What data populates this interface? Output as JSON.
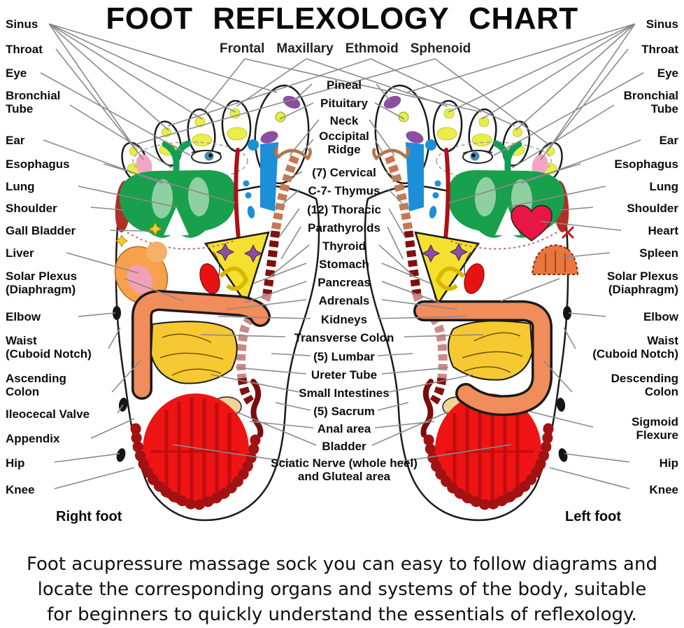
{
  "title": "FOOT REFLEXOLOGY CHART",
  "subtitle_words": [
    "Frontal",
    "Maxillary",
    "Ethmoid",
    "Sphenoid"
  ],
  "labels": {
    "left": [
      "Sinus",
      "Throat",
      "Eye",
      "Bronchial\nTube",
      "Ear",
      "Esophagus",
      "Lung",
      "Shoulder",
      "Gall Bladder",
      "Liver",
      "Solar Plexus\n(Diaphragm)",
      "Elbow",
      "Waist\n(Cuboid Notch)",
      "Ascending\nColon",
      "Ileocecal Valve",
      "Appendix",
      "Hip",
      "Knee"
    ],
    "center": [
      "Pineal",
      "Pituitary",
      "Neck",
      "Occipital\nRidge",
      "(7) Cervical",
      "C-7- Thymus",
      "(12) Thoracic",
      "Parathyroids",
      "Thyroid",
      "Stomach",
      "Pancreas",
      "Adrenals",
      "Kidneys",
      "Transverse Colon",
      "(5) Lumbar",
      "Ureter Tube",
      "Small Intestines",
      "(5) Sacrum",
      "Anal area",
      "Bladder",
      "Sciatic Nerve (whole heel)\nand Gluteal area"
    ],
    "right": [
      "Sinus",
      "Throat",
      "Eye",
      "Bronchial\nTube",
      "Ear",
      "Esophagus",
      "Lung",
      "Shoulder",
      "Heart",
      "Spleen",
      "Solar Plexus\n(Diaphragm)",
      "Elbow",
      "Waist\n(Cuboid Notch)",
      "Descending\nColon",
      "Sigmoid\nFlexure",
      "Hip",
      "Knee"
    ]
  },
  "foot_captions": {
    "right_foot": "Right foot",
    "left_foot": "Left foot"
  },
  "description_lines": [
    "Foot acupressure massage sock you can easy to follow diagrams and",
    "locate the corresponding organs and systems of the body, suitable",
    "for beginners to quickly understand the essentials of reflexology."
  ],
  "palette": {
    "foot_fill": "#ffffff",
    "outline": "#1a1a1a",
    "leader_line": "#8a8a8a",
    "sinus_yellow": "#e9ee4b",
    "pineal_purple": "#8a4fa0",
    "pituitary_yellow": "#dfee50",
    "eye_blue": "#4a88b0",
    "throat_pink": "#f2a6c4",
    "neck_green": "#0f9f55",
    "lung_green": "#18a04c",
    "lung_lobe": "#8fd0a0",
    "shoulder_red": "#b03028",
    "thyroid_blue": "#1d8ed8",
    "esophagus_red": "#b01018",
    "spine_tan": "#c87850",
    "spine_maroon": "#801010",
    "spine_pink": "#cc8888",
    "stomach_yellow": "#f5e030",
    "star_purple": "#8a4fa0",
    "kidney_red": "#e81212",
    "colon_orange": "#f08d5a",
    "intestine_yellow": "#f6c832",
    "bladder_tan": "#f2d398",
    "heel_red": "#ee1414",
    "heel_stripe": "#c00d0d",
    "heel_arc": "#a31212",
    "liver_orange": "#f7a14e",
    "heart_red": "#e81545",
    "spleen_orange": "#e8763f",
    "occipital_tan": "#b5734a",
    "sciatic_dark": "#7a0d0d",
    "dot_black": "#151515"
  }
}
